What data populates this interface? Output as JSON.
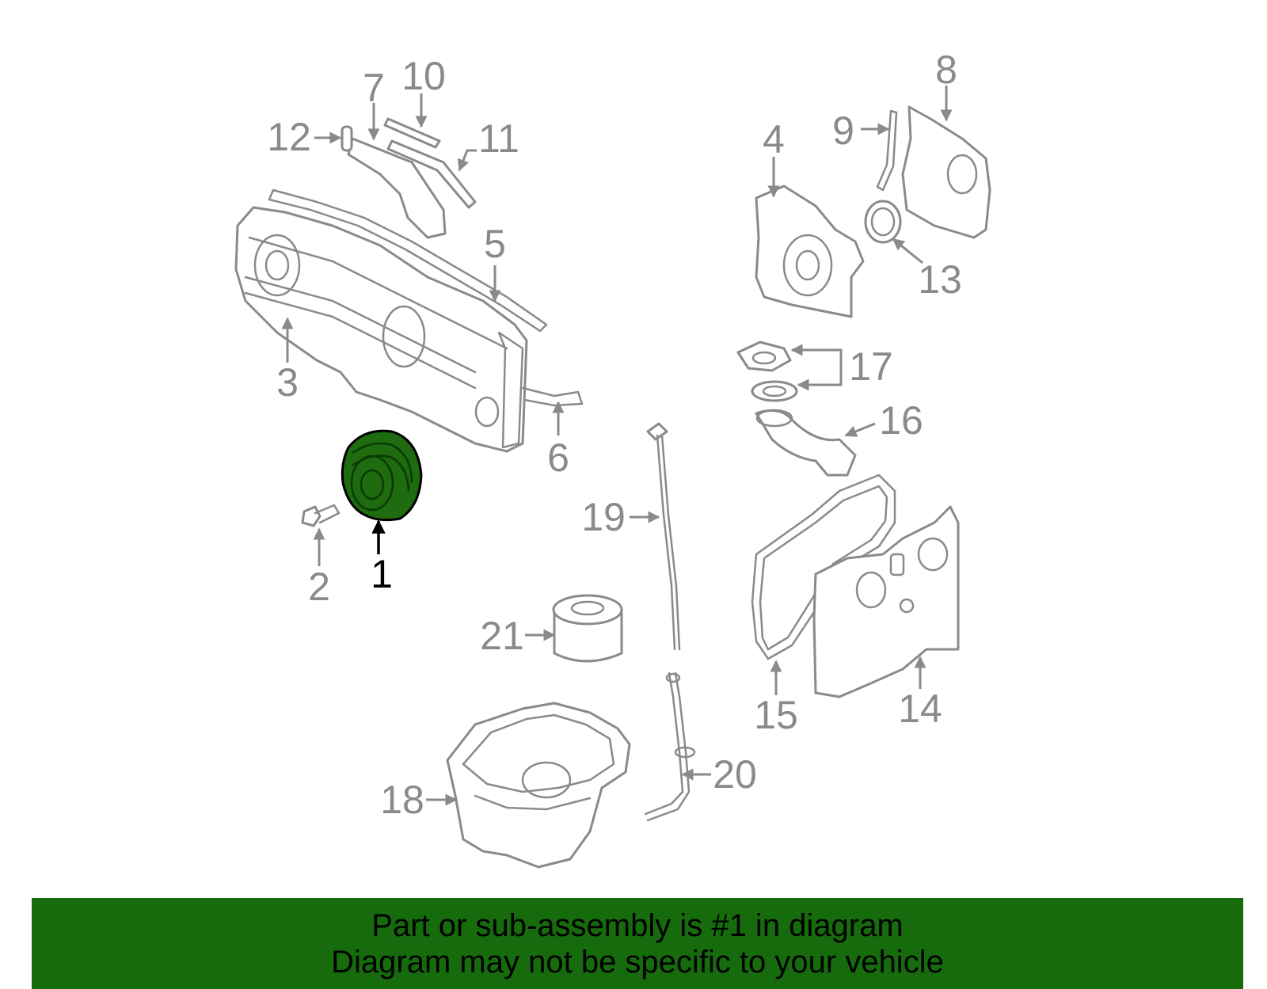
{
  "colors": {
    "part_stroke": "#8a8a8a",
    "highlight_fill": "#1e6b10",
    "highlight_stroke": "#000000",
    "banner_bg": "#166b0c",
    "banner_text": "#000000"
  },
  "callouts": {
    "c1": "1",
    "c2": "2",
    "c3": "3",
    "c4": "4",
    "c5": "5",
    "c6": "6",
    "c7": "7",
    "c8": "8",
    "c9": "9",
    "c10": "10",
    "c11": "11",
    "c12": "12",
    "c13": "13",
    "c14": "14",
    "c15": "15",
    "c16": "16",
    "c17": "17",
    "c18": "18",
    "c19": "19",
    "c20": "20",
    "c21": "21"
  },
  "highlighted_part": "1",
  "banner": {
    "line1": "Part or sub-assembly is #1 in diagram",
    "line2": "Diagram may not be specific to your vehicle"
  }
}
